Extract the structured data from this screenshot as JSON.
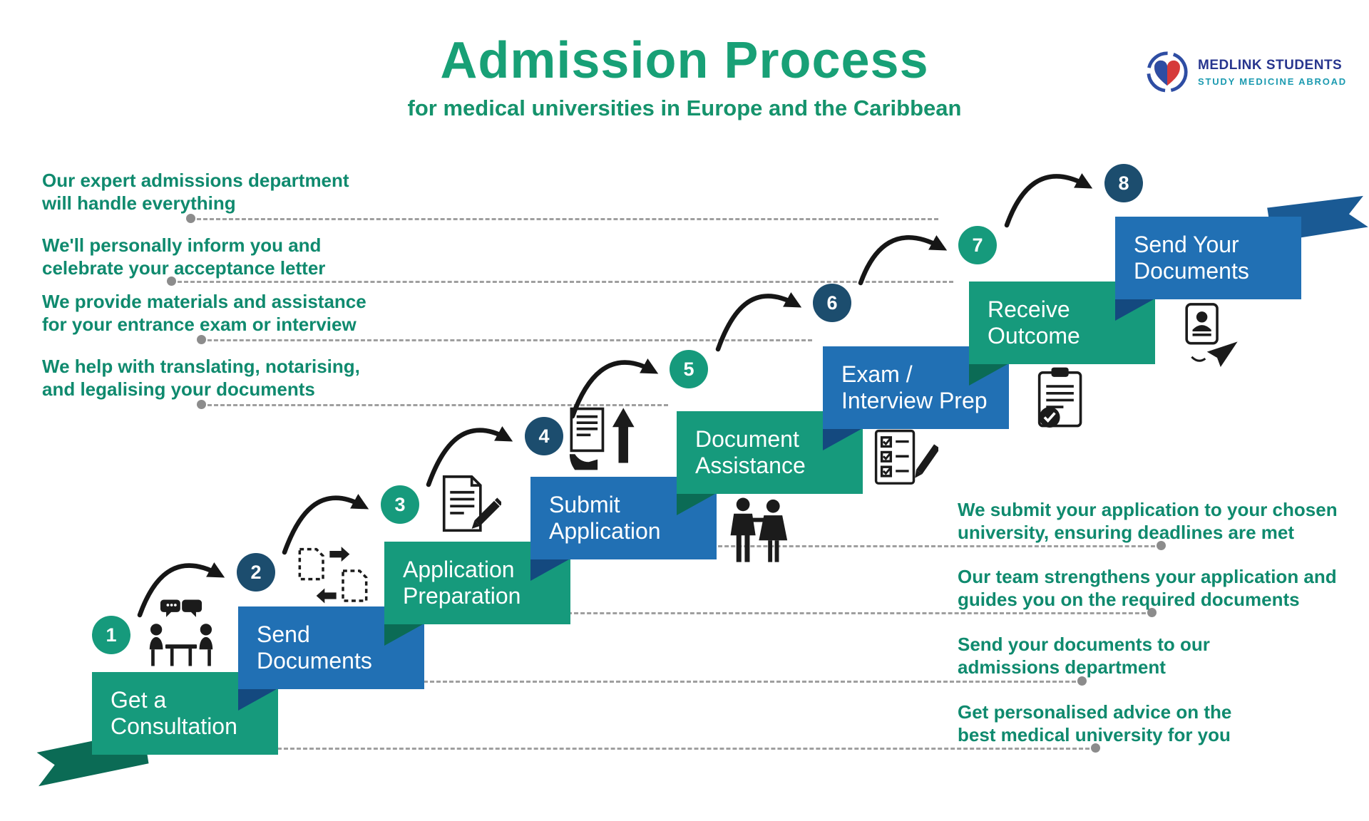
{
  "header": {
    "title": "Admission Process",
    "subtitle": "for medical universities in Europe and the Caribbean"
  },
  "logo": {
    "brand": "MEDLINK STUDENTS",
    "tagline": "STUDY MEDICINE ABROAD"
  },
  "steps": [
    {
      "number": "1",
      "title": "Get a Consultation",
      "lines": [
        "Get a",
        "Consultation"
      ],
      "color": "#169a7c",
      "icon": "consultation-icon"
    },
    {
      "number": "2",
      "title": "Send Documents",
      "lines": [
        "Send",
        "Documents"
      ],
      "color": "#2170b4",
      "icon": "exchange-documents-icon"
    },
    {
      "number": "3",
      "title": "Application Preparation",
      "lines": [
        "Application",
        "Preparation"
      ],
      "color": "#169a7c",
      "icon": "document-pencil-icon"
    },
    {
      "number": "4",
      "title": "Submit Application",
      "lines": [
        "Submit",
        "Application"
      ],
      "color": "#2170b4",
      "icon": "submit-document-icon"
    },
    {
      "number": "5",
      "title": "Document Assistance",
      "lines": [
        "Document",
        "Assistance"
      ],
      "color": "#169a7c",
      "icon": "meeting-people-icon"
    },
    {
      "number": "6",
      "title": "Exam / Interview Prep",
      "lines": [
        "Exam /",
        "Interview Prep"
      ],
      "color": "#2170b4",
      "icon": "checklist-pencil-icon"
    },
    {
      "number": "7",
      "title": "Receive Outcome",
      "lines": [
        "Receive",
        "Outcome"
      ],
      "color": "#169a7c",
      "icon": "clipboard-check-icon"
    },
    {
      "number": "8",
      "title": "Send Your Documents",
      "lines": [
        "Send Your",
        "Documents"
      ],
      "color": "#2170b4",
      "icon": "id-card-paper-plane-icon"
    }
  ],
  "left_notes": [
    {
      "text": "Our expert admissions department will handle everything",
      "lines": [
        "Our expert admissions department",
        "will handle everything"
      ]
    },
    {
      "text": "We'll personally inform you and celebrate your acceptance letter",
      "lines": [
        "We'll personally inform you and",
        "celebrate your acceptance letter"
      ]
    },
    {
      "text": "We provide materials and assistance for your entrance exam or interview",
      "lines": [
        "We provide materials and assistance",
        "for your entrance exam or interview"
      ]
    },
    {
      "text": "We help with translating, notarising, and legalising your documents",
      "lines": [
        "We help with translating, notarising,",
        "and legalising your documents"
      ]
    }
  ],
  "right_notes": [
    {
      "text": "We submit your application to your chosen university, ensuring deadlines are met",
      "lines": [
        "We submit your application to your chosen",
        "university, ensuring deadlines are met"
      ]
    },
    {
      "text": "Our team strengthens your application and guides you on the required documents",
      "lines": [
        "Our team strengthens your application and",
        "guides you on the required documents"
      ]
    },
    {
      "text": "Send your documents to our admissions department",
      "lines": [
        "Send your documents to our",
        "admissions department"
      ]
    },
    {
      "text": "Get personalised advice on the best medical university for you",
      "lines": [
        "Get personalised advice on the",
        "best medical university for you"
      ]
    }
  ],
  "colors": {
    "teal_box": "#169a7c",
    "blue_box": "#2170b4",
    "teal_fold": "#0b6b55",
    "blue_fold": "#14497f",
    "navy_badge": "#1c4d6e",
    "title_green": "#18a076",
    "note_teal": "#0f8a6e",
    "brand_navy": "#27358e",
    "tagline_teal": "#1b9ab0",
    "dash_gray": "#9f9f9f",
    "arrow_black": "#161616"
  }
}
